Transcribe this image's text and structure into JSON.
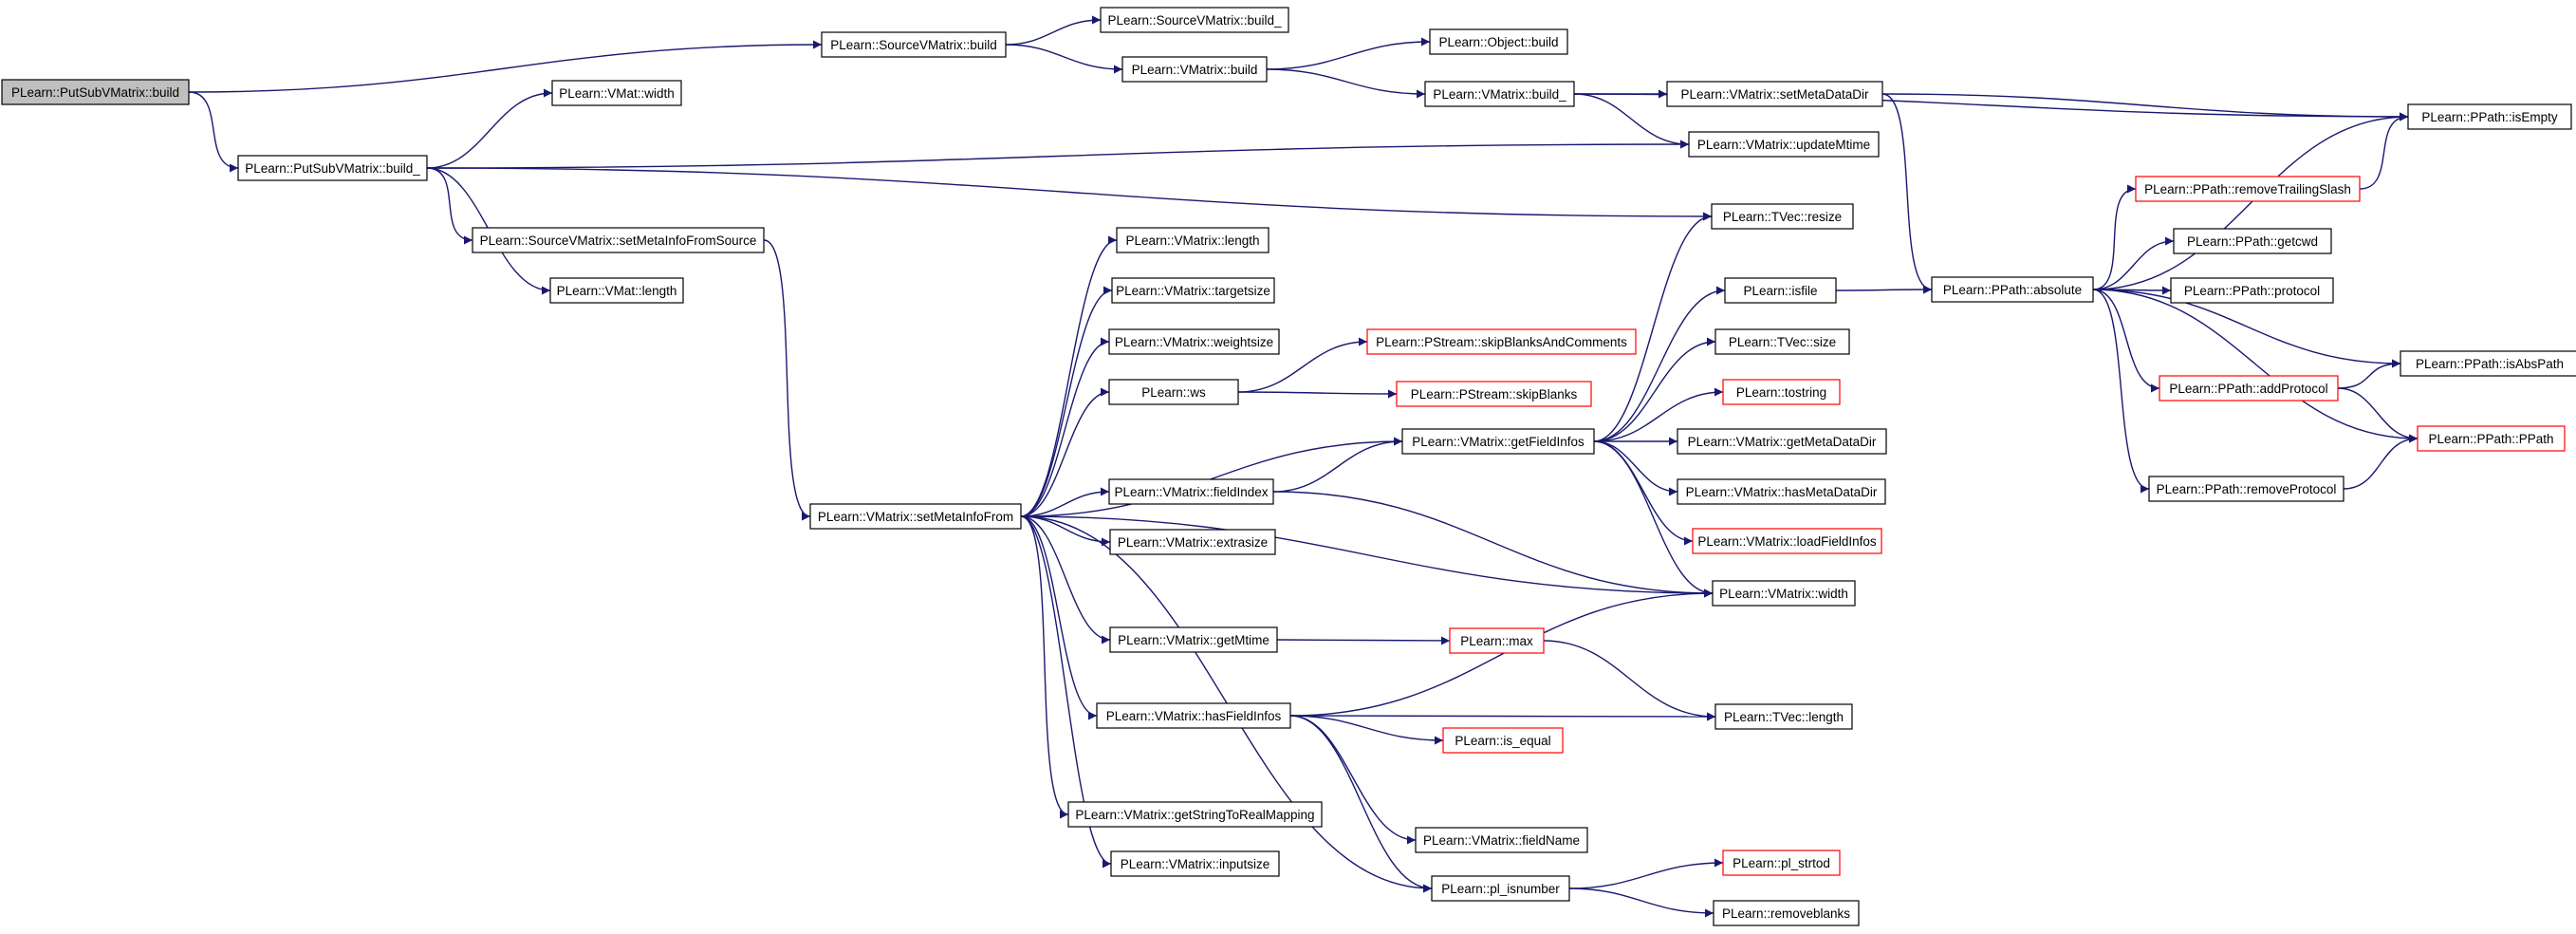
{
  "colors": {
    "edge": "#191970",
    "border_normal": "#000000",
    "border_truncated": "#ff0000",
    "fill_normal": "#ffffff",
    "fill_root": "#bfbfbf"
  },
  "nodes": {
    "n_psub_build": {
      "label": "PLearn::PutSubVMatrix::build",
      "kind": "root"
    },
    "n_src_build": {
      "label": "PLearn::SourceVMatrix::build",
      "kind": "normal"
    },
    "n_src_build_": {
      "label": "PLearn::SourceVMatrix::build_",
      "kind": "normal"
    },
    "n_vm_build": {
      "label": "PLearn::VMatrix::build",
      "kind": "normal"
    },
    "n_obj_build": {
      "label": "PLearn::Object::build",
      "kind": "normal"
    },
    "n_vm_build_": {
      "label": "PLearn::VMatrix::build_",
      "kind": "normal"
    },
    "n_setmetadir": {
      "label": "PLearn::VMatrix::setMetaDataDir",
      "kind": "normal"
    },
    "n_isempty": {
      "label": "PLearn::PPath::isEmpty",
      "kind": "normal"
    },
    "n_vmat_width": {
      "label": "PLearn::VMat::width",
      "kind": "normal"
    },
    "n_psub_build_": {
      "label": "PLearn::PutSubVMatrix::build_",
      "kind": "normal"
    },
    "n_updatemtime": {
      "label": "PLearn::VMatrix::updateMtime",
      "kind": "normal"
    },
    "n_rmtrailing": {
      "label": "PLearn::PPath::removeTrailingSlash",
      "kind": "truncated"
    },
    "n_tvec_resize": {
      "label": "PLearn::TVec::resize",
      "kind": "normal"
    },
    "n_src_setmeta": {
      "label": "PLearn::SourceVMatrix::setMetaInfoFromSource",
      "kind": "normal"
    },
    "n_vm_length": {
      "label": "PLearn::VMatrix::length",
      "kind": "normal"
    },
    "n_getcwd": {
      "label": "PLearn::PPath::getcwd",
      "kind": "normal"
    },
    "n_isfile": {
      "label": "PLearn::isfile",
      "kind": "normal"
    },
    "n_absolute": {
      "label": "PLearn::PPath::absolute",
      "kind": "normal"
    },
    "n_protocol": {
      "label": "PLearn::PPath::protocol",
      "kind": "normal"
    },
    "n_vmat_length": {
      "label": "PLearn::VMat::length",
      "kind": "normal"
    },
    "n_targetsize": {
      "label": "PLearn::VMatrix::targetsize",
      "kind": "normal"
    },
    "n_tvec_size": {
      "label": "PLearn::TVec::size",
      "kind": "normal"
    },
    "n_isabspath": {
      "label": "PLearn::PPath::isAbsPath",
      "kind": "normal"
    },
    "n_weightsize": {
      "label": "PLearn::VMatrix::weightsize",
      "kind": "normal"
    },
    "n_skipbc": {
      "label": "PLearn::PStream::skipBlanksAndComments",
      "kind": "truncated"
    },
    "n_addprotocol": {
      "label": "PLearn::PPath::addProtocol",
      "kind": "truncated"
    },
    "n_ws": {
      "label": "PLearn::ws",
      "kind": "normal"
    },
    "n_skipblanks": {
      "label": "PLearn::PStream::skipBlanks",
      "kind": "truncated"
    },
    "n_tostring": {
      "label": "PLearn::tostring",
      "kind": "truncated"
    },
    "n_ppath": {
      "label": "PLearn::PPath::PPath",
      "kind": "truncated"
    },
    "n_getfieldinfos": {
      "label": "PLearn::VMatrix::getFieldInfos",
      "kind": "normal"
    },
    "n_getmetadir": {
      "label": "PLearn::VMatrix::getMetaDataDir",
      "kind": "normal"
    },
    "n_rmprotocol": {
      "label": "PLearn::PPath::removeProtocol",
      "kind": "normal"
    },
    "n_fieldindex": {
      "label": "PLearn::VMatrix::fieldIndex",
      "kind": "normal"
    },
    "n_hasmetadir": {
      "label": "PLearn::VMatrix::hasMetaDataDir",
      "kind": "normal"
    },
    "n_setmetafrom": {
      "label": "PLearn::VMatrix::setMetaInfoFrom",
      "kind": "normal"
    },
    "n_extrasize": {
      "label": "PLearn::VMatrix::extrasize",
      "kind": "normal"
    },
    "n_loadfieldinfos": {
      "label": "PLearn::VMatrix::loadFieldInfos",
      "kind": "truncated"
    },
    "n_vm_width": {
      "label": "PLearn::VMatrix::width",
      "kind": "normal"
    },
    "n_getmtime": {
      "label": "PLearn::VMatrix::getMtime",
      "kind": "normal"
    },
    "n_max": {
      "label": "PLearn::max",
      "kind": "truncated"
    },
    "n_hasfieldinfos": {
      "label": "PLearn::VMatrix::hasFieldInfos",
      "kind": "normal"
    },
    "n_tvec_length": {
      "label": "PLearn::TVec::length",
      "kind": "normal"
    },
    "n_isequal": {
      "label": "PLearn::is_equal",
      "kind": "truncated"
    },
    "n_getstrmap": {
      "label": "PLearn::VMatrix::getStringToRealMapping",
      "kind": "normal"
    },
    "n_fieldname": {
      "label": "PLearn::VMatrix::fieldName",
      "kind": "normal"
    },
    "n_inputsize": {
      "label": "PLearn::VMatrix::inputsize",
      "kind": "normal"
    },
    "n_strtod": {
      "label": "PLearn::pl_strtod",
      "kind": "truncated"
    },
    "n_isnumber": {
      "label": "PLearn::pl_isnumber",
      "kind": "normal"
    },
    "n_removeblanks": {
      "label": "PLearn::removeblanks",
      "kind": "normal"
    }
  },
  "edges": [
    [
      "n_psub_build",
      "n_src_build"
    ],
    [
      "n_psub_build",
      "n_psub_build_"
    ],
    [
      "n_src_build",
      "n_src_build_"
    ],
    [
      "n_src_build",
      "n_vm_build"
    ],
    [
      "n_vm_build",
      "n_obj_build"
    ],
    [
      "n_vm_build",
      "n_vm_build_"
    ],
    [
      "n_vm_build_",
      "n_setmetadir"
    ],
    [
      "n_vm_build_",
      "n_isempty"
    ],
    [
      "n_vm_build_",
      "n_updatemtime"
    ],
    [
      "n_setmetadir",
      "n_isempty"
    ],
    [
      "n_setmetadir",
      "n_absolute"
    ],
    [
      "n_psub_build_",
      "n_vmat_width"
    ],
    [
      "n_psub_build_",
      "n_updatemtime"
    ],
    [
      "n_psub_build_",
      "n_tvec_resize"
    ],
    [
      "n_psub_build_",
      "n_src_setmeta"
    ],
    [
      "n_psub_build_",
      "n_vmat_length"
    ],
    [
      "n_src_setmeta",
      "n_setmetafrom"
    ],
    [
      "n_rmtrailing",
      "n_isempty"
    ],
    [
      "n_isfile",
      "n_absolute"
    ],
    [
      "n_absolute",
      "n_isempty"
    ],
    [
      "n_absolute",
      "n_rmtrailing"
    ],
    [
      "n_absolute",
      "n_getcwd"
    ],
    [
      "n_absolute",
      "n_protocol"
    ],
    [
      "n_absolute",
      "n_isabspath"
    ],
    [
      "n_absolute",
      "n_addprotocol"
    ],
    [
      "n_absolute",
      "n_ppath"
    ],
    [
      "n_absolute",
      "n_rmprotocol"
    ],
    [
      "n_addprotocol",
      "n_isabspath"
    ],
    [
      "n_addprotocol",
      "n_ppath"
    ],
    [
      "n_rmprotocol",
      "n_ppath"
    ],
    [
      "n_ws",
      "n_skipbc"
    ],
    [
      "n_ws",
      "n_skipblanks"
    ],
    [
      "n_getfieldinfos",
      "n_tvec_resize"
    ],
    [
      "n_getfieldinfos",
      "n_isfile"
    ],
    [
      "n_getfieldinfos",
      "n_tvec_size"
    ],
    [
      "n_getfieldinfos",
      "n_tostring"
    ],
    [
      "n_getfieldinfos",
      "n_getmetadir"
    ],
    [
      "n_getfieldinfos",
      "n_hasmetadir"
    ],
    [
      "n_getfieldinfos",
      "n_loadfieldinfos"
    ],
    [
      "n_getfieldinfos",
      "n_vm_width"
    ],
    [
      "n_setmetafrom",
      "n_vm_length"
    ],
    [
      "n_setmetafrom",
      "n_targetsize"
    ],
    [
      "n_setmetafrom",
      "n_weightsize"
    ],
    [
      "n_setmetafrom",
      "n_ws"
    ],
    [
      "n_setmetafrom",
      "n_getfieldinfos"
    ],
    [
      "n_setmetafrom",
      "n_fieldindex"
    ],
    [
      "n_setmetafrom",
      "n_extrasize"
    ],
    [
      "n_setmetafrom",
      "n_vm_width"
    ],
    [
      "n_setmetafrom",
      "n_getmtime"
    ],
    [
      "n_setmetafrom",
      "n_hasfieldinfos"
    ],
    [
      "n_setmetafrom",
      "n_getstrmap"
    ],
    [
      "n_setmetafrom",
      "n_inputsize"
    ],
    [
      "n_setmetafrom",
      "n_isnumber"
    ],
    [
      "n_fieldindex",
      "n_getfieldinfos"
    ],
    [
      "n_fieldindex",
      "n_vm_width"
    ],
    [
      "n_getmtime",
      "n_max"
    ],
    [
      "n_max",
      "n_tvec_length"
    ],
    [
      "n_hasfieldinfos",
      "n_vm_width"
    ],
    [
      "n_hasfieldinfos",
      "n_isequal"
    ],
    [
      "n_hasfieldinfos",
      "n_tvec_length"
    ],
    [
      "n_hasfieldinfos",
      "n_fieldname"
    ],
    [
      "n_hasfieldinfos",
      "n_isnumber"
    ],
    [
      "n_isnumber",
      "n_strtod"
    ],
    [
      "n_isnumber",
      "n_removeblanks"
    ]
  ]
}
